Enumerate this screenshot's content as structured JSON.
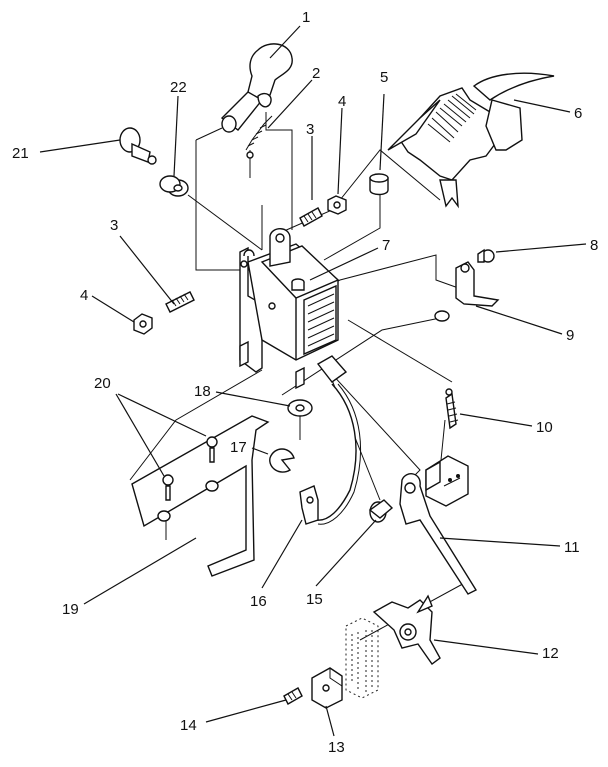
{
  "diagram": {
    "callouts": [
      "1",
      "2",
      "3",
      "4",
      "5",
      "6",
      "8",
      "7",
      "9",
      "10",
      "11",
      "12",
      "13",
      "14",
      "15",
      "16",
      "17",
      "18",
      "19",
      "20",
      "21",
      "22",
      "3",
      "4"
    ]
  }
}
